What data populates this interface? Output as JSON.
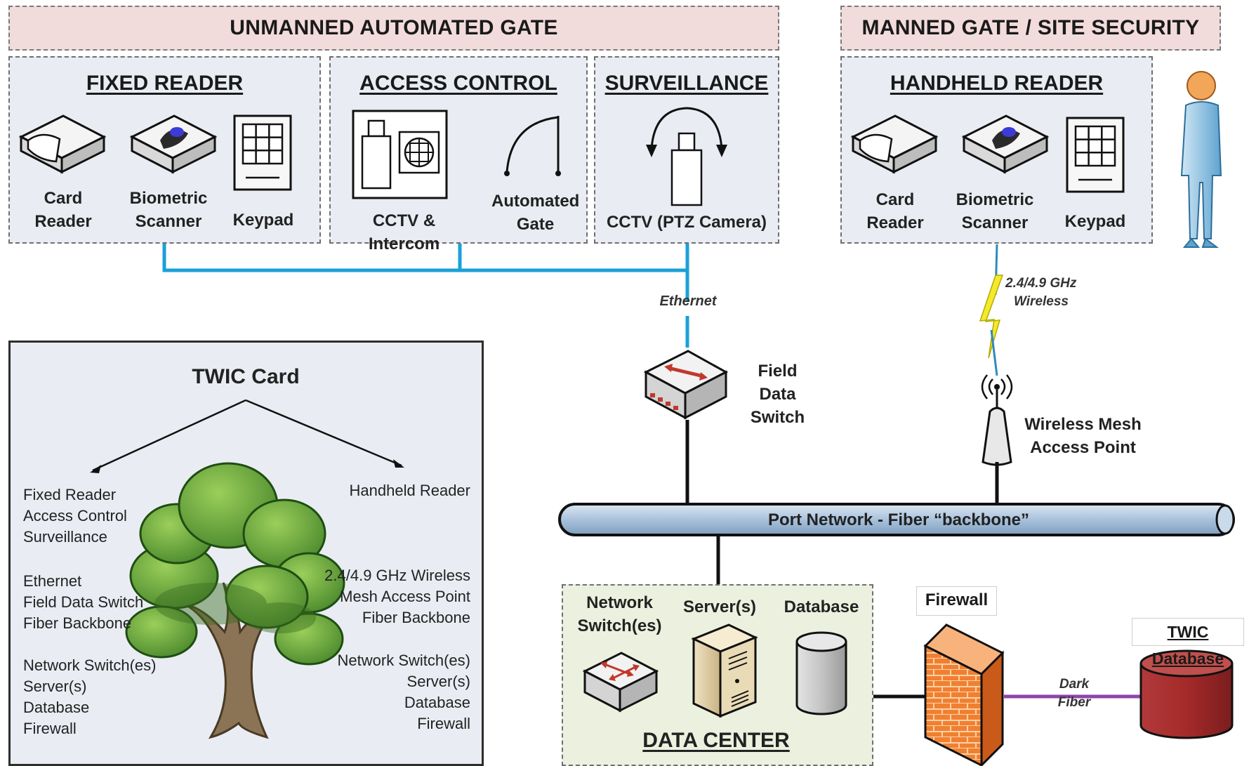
{
  "headers": {
    "unmanned": "UNMANNED AUTOMATED GATE",
    "manned": "MANNED GATE / SITE SECURITY"
  },
  "fixed_reader": {
    "title": "FIXED READER",
    "card_reader": [
      "Card",
      "Reader"
    ],
    "biometric": [
      "Biometric",
      "Scanner"
    ],
    "keypad": "Keypad"
  },
  "access_control": {
    "title": "ACCESS CONTROL",
    "cctv_intercom": "CCTV & Intercom",
    "automated_gate": [
      "Automated",
      "Gate"
    ]
  },
  "surveillance": {
    "title": "SURVEILLANCE",
    "camera": "CCTV (PTZ Camera)"
  },
  "handheld_reader": {
    "title": "HANDHELD READER",
    "card_reader": [
      "Card",
      "Reader"
    ],
    "biometric": [
      "Biometric",
      "Scanner"
    ],
    "keypad": "Keypad"
  },
  "links": {
    "ethernet": "Ethernet",
    "wireless": [
      "2.4/4.9 GHz",
      "Wireless"
    ],
    "dark_fiber": [
      "Dark",
      "Fiber"
    ]
  },
  "field_switch": [
    "Field",
    "Data Switch"
  ],
  "mesh_ap": [
    "Wireless Mesh",
    "Access Point"
  ],
  "backbone": "Port Network - Fiber “backbone”",
  "data_center": {
    "title": "DATA CENTER",
    "network_switch": [
      "Network",
      "Switch(es)"
    ],
    "servers": "Server(s)",
    "database": "Database"
  },
  "firewall": "Firewall",
  "twic_database": "TWIC Database",
  "twic_tree": {
    "title": "TWIC Card",
    "left": [
      [
        "Fixed Reader",
        "Access Control",
        "Surveillance"
      ],
      [
        "Ethernet",
        "Field Data Switch",
        "Fiber Backbone"
      ],
      [
        "Network Switch(es)",
        "Server(s)",
        "Database",
        "Firewall"
      ]
    ],
    "right": [
      [
        "Handheld Reader"
      ],
      [
        "2.4/4.9 GHz Wireless",
        "Mesh Access Point",
        "Fiber Backbone"
      ],
      [
        "Network Switch(es)",
        "Server(s)",
        "Database",
        "Firewall"
      ]
    ]
  },
  "colors": {
    "header_fill": "#f2dcdb",
    "panel_fill": "#e9edf3",
    "ethernet_line": "#1aa0d8",
    "backbone_fill": "#b8cfe6",
    "data_center_fill": "#ebf1de",
    "dark_fiber": "#8e44ad",
    "twic_db": "#a52a2a",
    "firewall": "#f0782a"
  }
}
